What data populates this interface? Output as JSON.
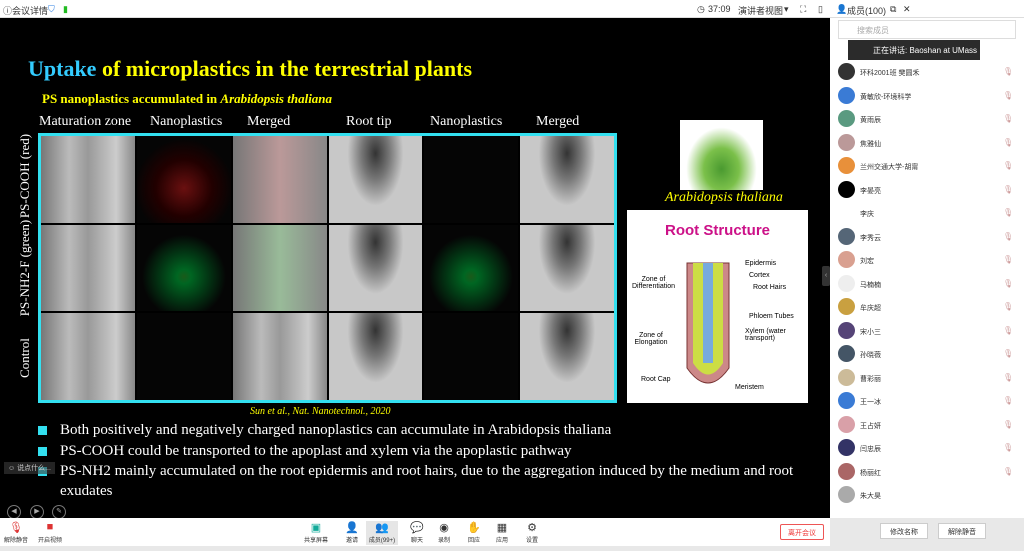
{
  "topbar": {
    "title": "会议详情",
    "timer": "37:09",
    "view": "演讲者视图",
    "members": "成员(100)"
  },
  "slide": {
    "title_hl": "Uptake",
    "title_rest": " of microplastics in the terrestrial plants",
    "subtitle_a": "PS nanoplastics accumulated in ",
    "subtitle_b": "Arabidopsis thaliana",
    "col_headers": [
      "Maturation zone",
      "Nanoplastics",
      "Merged",
      "Root tip",
      "Nanoplastics",
      "Merged"
    ],
    "row_labels": [
      "PS-COOH (red)",
      "PS-NH2-F (green)",
      "Control"
    ],
    "plant_name": "Arabidopsis thaliana",
    "root_structure": {
      "title": "Root Structure",
      "labels": [
        "Epidermis",
        "Cortex",
        "Root Hairs",
        "Phloem Tubes",
        "Xylem (water transport)",
        "Meristem",
        "Zone of Differentiation",
        "Zone of Elongation",
        "Root Cap"
      ]
    },
    "citation": "Sun et al., Nat. Nanotechnol., 2020",
    "bullets": [
      "Both positively and negatively charged nanoplastics can accumulate in Arabidopsis thaliana",
      "PS-COOH could be transported to the apoplast and xylem via the apoplastic pathway",
      "PS-NH2 mainly accumulated on the root epidermis and root hairs, due to the aggregation induced by the medium and root exudates"
    ]
  },
  "overlay": {
    "annotate": "说点什么..."
  },
  "panel": {
    "search_placeholder": "搜索成员",
    "speaking": "正在讲话: Baoshan at UMass",
    "members": [
      "环科2001班 樊圆禾",
      "黄敏欣-环境科学",
      "黄雨辰",
      "焦雅仙",
      "兰州交通大学-胡甯",
      "李晏亮",
      "李庆",
      "李秀云",
      "刘宏",
      "马楠楠",
      "牟庆超",
      "宋小三",
      "孙晓薇",
      "曹彩丽",
      "王一冰",
      "王占妍",
      "闫忠辰",
      "杨丽红",
      "朱大昊"
    ],
    "mic_label": "静音",
    "rename": "修改名称",
    "unmute_all": "解除静音"
  },
  "toolbar": {
    "unmute": "解除静音",
    "video": "开启视频",
    "share": "共享屏幕",
    "invite": "邀请",
    "members": "成员(99+)",
    "chat": "聊天",
    "record": "录制",
    "react": "回应",
    "apps": "应用",
    "settings": "设置",
    "leave": "离开会议"
  }
}
